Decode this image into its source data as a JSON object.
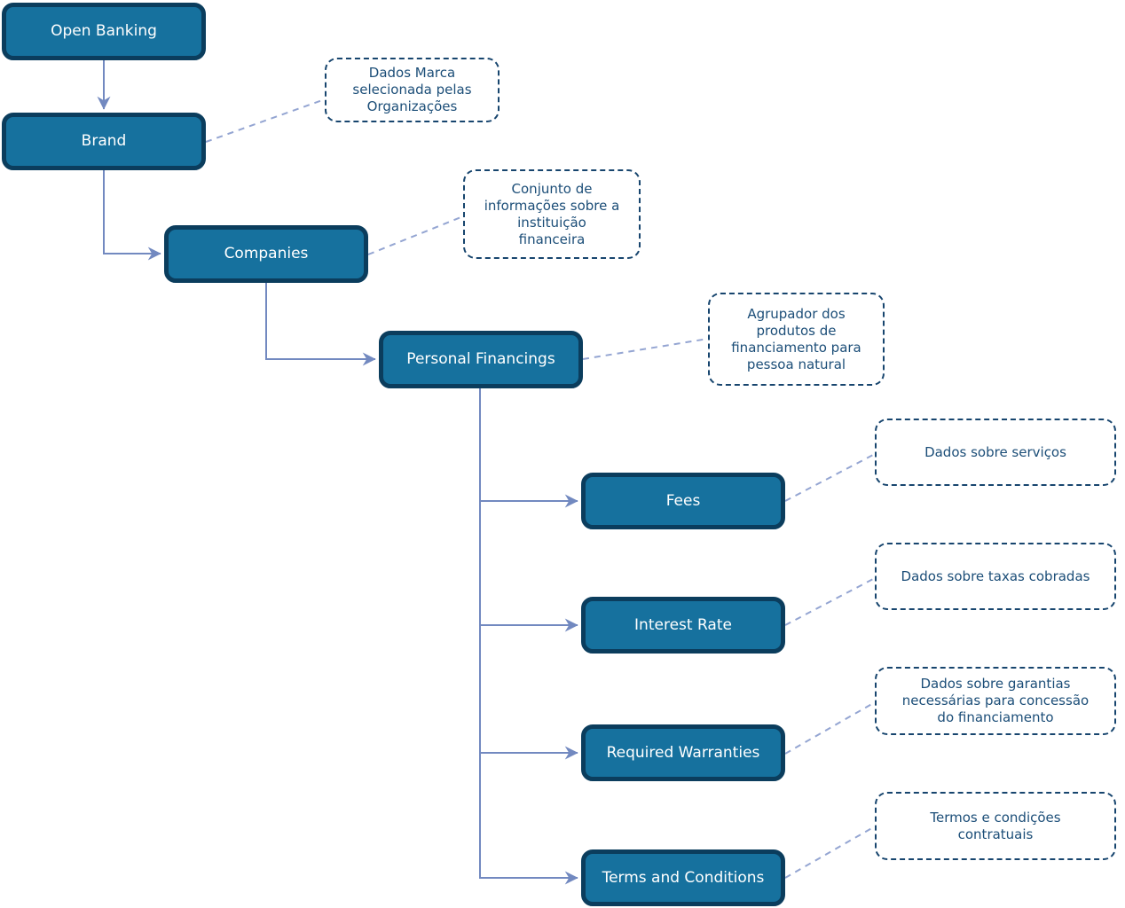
{
  "diagram": {
    "type": "flowchart",
    "root_label": "Open Banking"
  },
  "nodes": [
    {
      "id": "open-banking",
      "label": "Open Banking"
    },
    {
      "id": "brand",
      "label": "Brand"
    },
    {
      "id": "companies",
      "label": "Companies"
    },
    {
      "id": "personal-financings",
      "label": "Personal Financings"
    },
    {
      "id": "fees",
      "label": "Fees"
    },
    {
      "id": "interest-rate",
      "label": "Interest Rate"
    },
    {
      "id": "required-warranties",
      "label": "Required Warranties"
    },
    {
      "id": "terms-and-conditions",
      "label": "Terms and Conditions"
    }
  ],
  "annotations": [
    {
      "attached_to": "brand",
      "text": "Dados Marca\nselecionada pelas\nOrganizações"
    },
    {
      "attached_to": "companies",
      "text": "Conjunto de\ninformações sobre a\ninstituição\nfinanceira"
    },
    {
      "attached_to": "personal-financings",
      "text": "Agrupador dos\nprodutos de\nfinanciamento para\npessoa natural"
    },
    {
      "attached_to": "fees",
      "text": "Dados sobre serviços"
    },
    {
      "attached_to": "interest-rate",
      "text": "Dados sobre taxas cobradas"
    },
    {
      "attached_to": "required-warranties",
      "text": "Dados sobre garantias\nnecessárias para concessão\ndo financiamento"
    },
    {
      "attached_to": "terms-and-conditions",
      "text": "Termos e condições\ncontratuais"
    }
  ],
  "edges": [
    {
      "from": "open-banking",
      "to": "brand"
    },
    {
      "from": "brand",
      "to": "companies"
    },
    {
      "from": "companies",
      "to": "personal-financings"
    },
    {
      "from": "personal-financings",
      "to": "fees"
    },
    {
      "from": "personal-financings",
      "to": "interest-rate"
    },
    {
      "from": "personal-financings",
      "to": "required-warranties"
    },
    {
      "from": "personal-financings",
      "to": "terms-and-conditions"
    }
  ],
  "colors": {
    "node_fill": "#16719e",
    "node_border": "#0b3d5d",
    "node_text": "#ffffff",
    "connector": "#7289c0",
    "note_link": "#94a5d2",
    "note_border": "#17456e",
    "note_text": "#1c4e78",
    "background": "#ffffff"
  }
}
